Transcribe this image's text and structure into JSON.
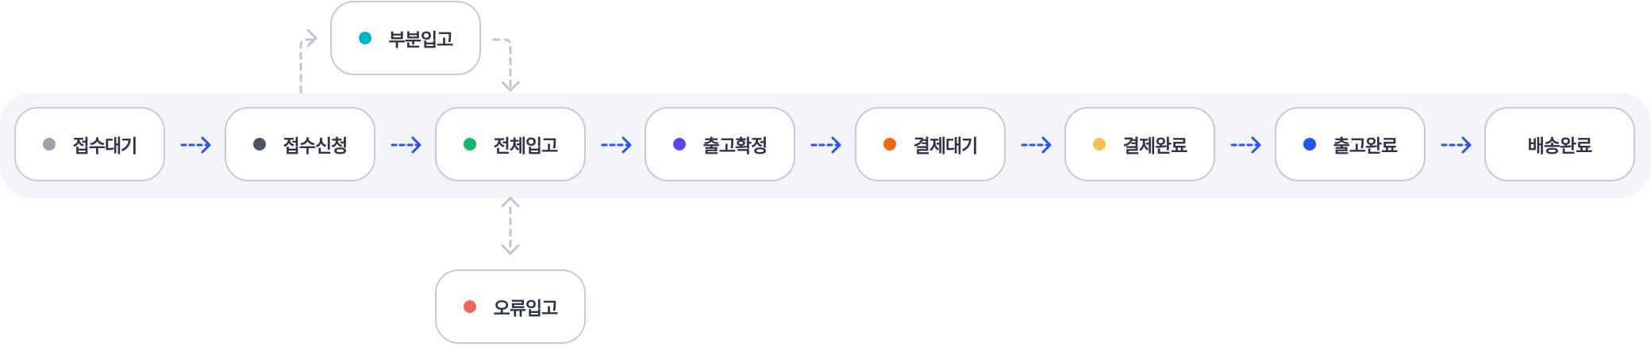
{
  "steps": [
    {
      "label": "접수대기",
      "color": "#9aa0b2"
    },
    {
      "label": "접수신청",
      "color": "#4b5565"
    },
    {
      "label": "전체입고",
      "color": "#12b76a"
    },
    {
      "label": "출고확정",
      "color": "#6941f5"
    },
    {
      "label": "결제대기",
      "color": "#ef6a07"
    },
    {
      "label": "결제완료",
      "color": "#fbbf4f"
    },
    {
      "label": "출고완료",
      "color": "#2453f5"
    },
    {
      "label": "배송완료",
      "color": null
    }
  ],
  "branches": {
    "partial": {
      "label": "부분입고",
      "color": "#06b3c4"
    },
    "error": {
      "label": "오류입고",
      "color": "#f06461"
    }
  },
  "colors": {
    "arrow": "#2453f5",
    "branch_arrow": "#c0c4d4",
    "band": "#f4f5fb"
  }
}
